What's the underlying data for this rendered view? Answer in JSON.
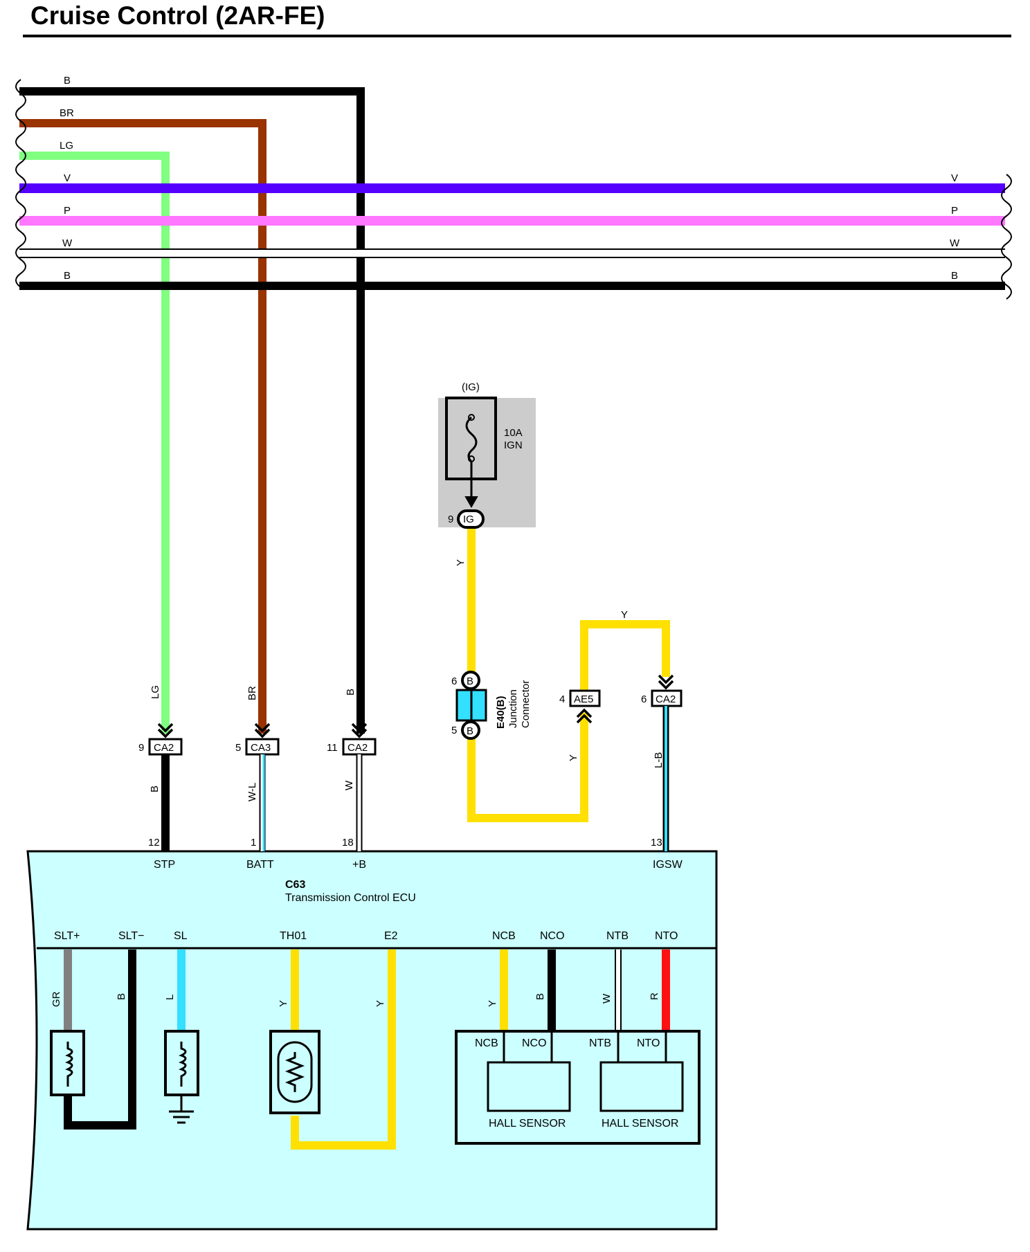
{
  "title": "Cruise Control (2AR-FE)",
  "colors": {
    "B": "#000000",
    "BR": "#993300",
    "LG": "#80ff80",
    "V": "#5500ff",
    "P": "#ff77ff",
    "W": "#ffffff",
    "Y": "#ffe000",
    "L": "#33e0ff",
    "GR": "#808080",
    "R": "#ff1111",
    "ecu_bg": "#ccffff",
    "fuse_bg": "#cccccc"
  },
  "bus_wires": {
    "left_labels": [
      "B",
      "BR",
      "LG",
      "V",
      "P",
      "W",
      "B"
    ],
    "right_labels": [
      "V",
      "P",
      "W",
      "B"
    ]
  },
  "fuse": {
    "group": "(IG)",
    "rating": "10A",
    "name": "IGN",
    "pin": "9",
    "connector": "IG"
  },
  "junction": {
    "pin_top": "6",
    "pin_bottom": "5",
    "connector_letter": "B",
    "name": "E40(B)",
    "desc_line1": "Junction",
    "desc_line2": "Connector"
  },
  "connectors": {
    "stp": {
      "pin": "9",
      "name": "CA2",
      "wire_in": "LG",
      "wire_out": "B",
      "ecu_pin": "12",
      "terminal": "STP"
    },
    "batt": {
      "pin": "5",
      "name": "CA3",
      "wire_in": "BR",
      "wire_out": "W-L",
      "ecu_pin": "1",
      "terminal": "BATT"
    },
    "plusb": {
      "pin": "11",
      "name": "CA2",
      "wire_in": "B",
      "wire_out": "W",
      "ecu_pin": "18",
      "terminal": "+B"
    },
    "ae5": {
      "pin": "4",
      "name": "AE5",
      "wire": "Y"
    },
    "igsw": {
      "pin": "6",
      "name": "CA2",
      "wire_out": "L-B",
      "ecu_pin": "13",
      "terminal": "IGSW"
    }
  },
  "wire_labels": {
    "y1": "Y",
    "y2": "Y",
    "y3": "Y"
  },
  "ecu": {
    "code": "C63",
    "name": "Transmission Control ECU",
    "internal_terminals": [
      "SLT+",
      "SLT−",
      "SL",
      "TH01",
      "E2",
      "NCB",
      "NCO",
      "NTB",
      "NTO"
    ],
    "internal_wires": [
      "GR",
      "B",
      "L",
      "Y",
      "Y",
      "Y",
      "B",
      "W",
      "R"
    ],
    "hall_pins": [
      "NCB",
      "NCO",
      "NTB",
      "NTO"
    ],
    "hall_sensor_label": "HALL SENSOR"
  }
}
